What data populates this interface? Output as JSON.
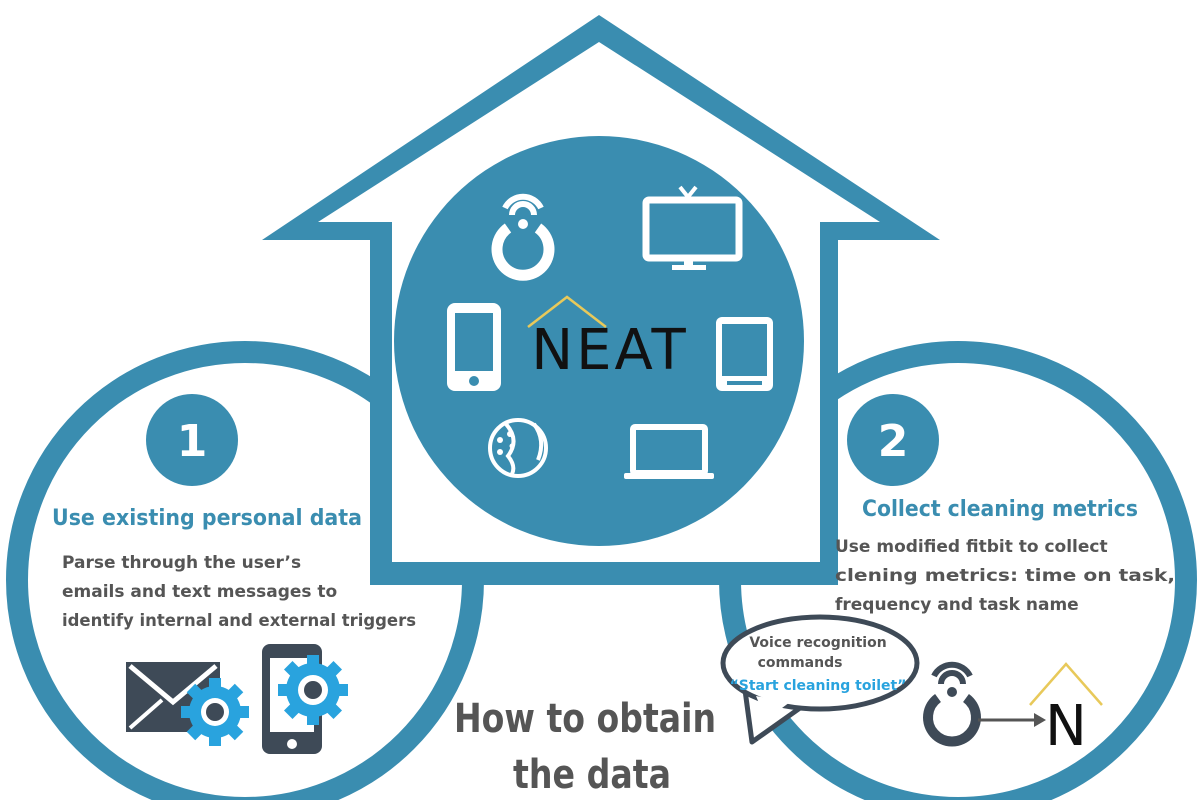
{
  "colors": {
    "primary": "#3a8db0",
    "heading": "#3a8db0",
    "body_text": "#555555",
    "dark_icon": "#3e4a57",
    "gear": "#29a3de",
    "accent_yellow": "#e8c95a",
    "white": "#ffffff"
  },
  "center": {
    "logo_text": "NEAT",
    "icons": [
      "fitbit-icon",
      "tv-icon",
      "phone-icon",
      "tablet-icon",
      "head-icon",
      "laptop-icon"
    ]
  },
  "left": {
    "number": "1",
    "heading": "Use existing personal data",
    "body": [
      "Parse through the user’s",
      "emails and text messages to",
      "identify internal and external triggers"
    ],
    "icons": [
      "mail-icon",
      "gear-icon",
      "phone-icon",
      "gear-icon"
    ]
  },
  "right": {
    "number": "2",
    "heading": "Collect cleaning metrics",
    "body": [
      "Use modified fitbit to collect",
      "clening metrics: time on task,",
      "frequency and task name"
    ],
    "icons": [
      "fitbit-icon",
      "arrow-right-icon",
      "neat-logo-icon"
    ],
    "logo_letter": "N"
  },
  "bubble": {
    "line1": "Voice recognition",
    "line2": "commands",
    "quote": "“Start cleaning toilet”"
  },
  "footer": {
    "line1": "How to obtain",
    "line2": "the data"
  }
}
